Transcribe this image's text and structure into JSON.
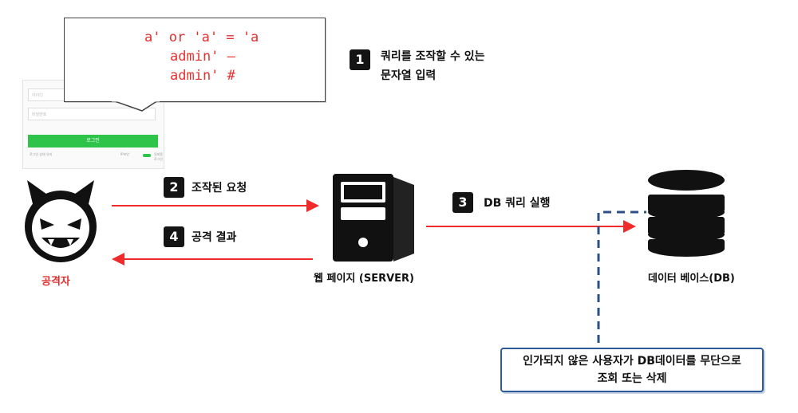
{
  "bubble": {
    "lines": [
      "a' or 'a' = 'a",
      "admin' –",
      "admin' #"
    ]
  },
  "login": {
    "id_placeholder": "아이디",
    "pw_placeholder": "비밀번호",
    "button": "로그인",
    "remember": "로그인 상태 유지",
    "ip_security": "IP보안",
    "one_time": "일회용 로그인"
  },
  "steps": [
    {
      "num": "1",
      "label_line1": "쿼리를 조작할 수 있는",
      "label_line2": "문자열 입력"
    },
    {
      "num": "2",
      "label": "조작된 요청"
    },
    {
      "num": "3",
      "label": "DB 쿼리 실행"
    },
    {
      "num": "4",
      "label": "공격 결과"
    }
  ],
  "nodes": {
    "attacker": "공격자",
    "server": "웹 페이지 (SERVER)",
    "database": "데이터 베이스(DB)"
  },
  "note": {
    "line1": "인가되지 않은 사용자가  DB데이터를 무단으로",
    "line2": "조회 또는 삭제"
  },
  "colors": {
    "arrow": "#ef2b2b",
    "badge": "#141414",
    "dashed": "#2c4f86",
    "code": "#e53030",
    "login_button": "#2ec44a"
  }
}
